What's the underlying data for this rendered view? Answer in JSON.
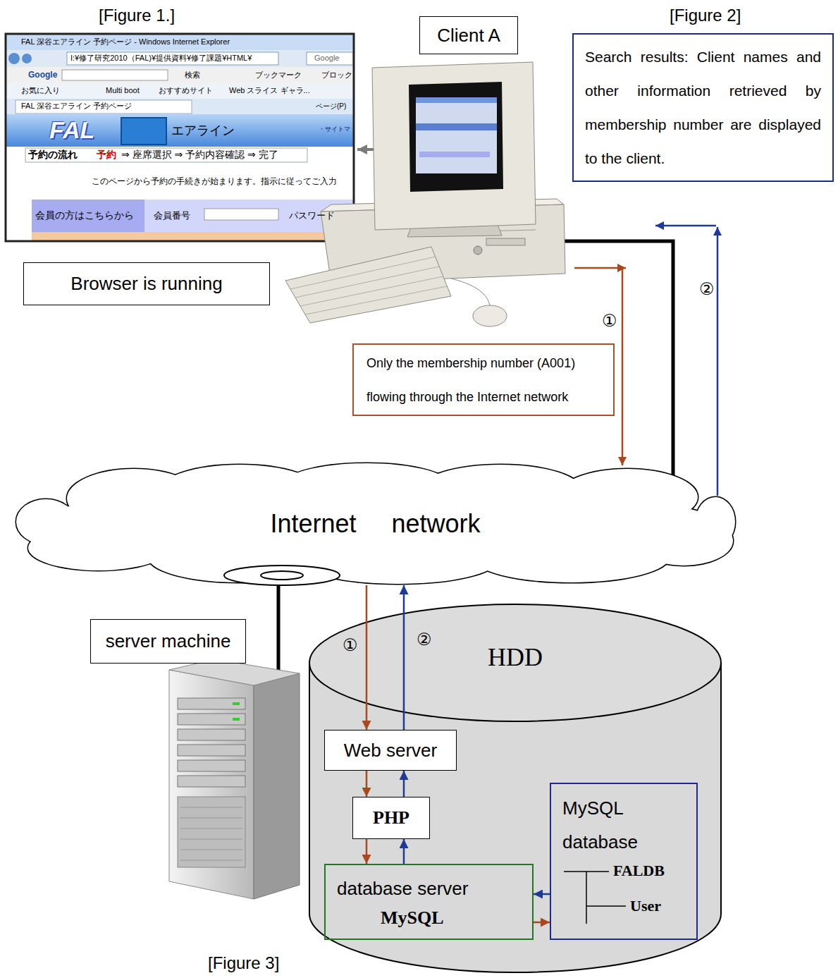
{
  "diagram": {
    "nodes": [
      {
        "text": [
          "Client A"
        ]
      },
      {
        "text": [
          "Browser is running"
        ]
      },
      {
        "text": [
          "Search results: Client names and other information retrieved by membership number are displayed to the client."
        ]
      },
      {
        "text": [
          "Only the membership number (A001) flowing through the Internet network"
        ]
      },
      {
        "text": [
          "Internet network"
        ]
      },
      {
        "text": [
          "server machine"
        ]
      },
      {
        "text": [
          "HDD"
        ]
      },
      {
        "text": [
          "Web server"
        ],
        "in": 6
      },
      {
        "text": [
          "PHP"
        ],
        "in": 6
      },
      {
        "text": [
          "database server",
          "MySQL"
        ],
        "in": 6
      },
      {
        "text": [
          "MySQL database",
          "FALDB",
          "User"
        ],
        "in": 6
      }
    ],
    "edges": [
      {
        "from": 4,
        "to": 7,
        "arrow": "to",
        "label": "①"
      },
      {
        "from": 7,
        "to": 4,
        "arrow": "to",
        "label": "②"
      },
      {
        "from": 7,
        "to": 8,
        "arrow": "to"
      },
      {
        "from": 8,
        "to": 7,
        "arrow": "to"
      },
      {
        "from": 8,
        "to": 9,
        "arrow": "to"
      },
      {
        "from": 9,
        "to": 8,
        "arrow": "to"
      },
      {
        "from": 9,
        "to": 10,
        "arrow": "to"
      },
      {
        "from": 10,
        "to": 9,
        "arrow": "to"
      }
    ],
    "labels": [
      "[Figure 1.]",
      "FAL 深谷エアライン 予約ページ - Windows Internet Explorer",
      "I:¥修了研究2010（FAL)¥提供資料¥修了課題¥HTML¥",
      "Google",
      "Google",
      "検索",
      "ブックマーク",
      "ブロック",
      "お気に入り",
      "Multi boot",
      "おすすめサイト",
      "Web スライス ギャラ...",
      "FAL 深谷エアライン 予約ページ",
      "ページ(P)",
      "FAL",
      "エアライン",
      "・サイトマ",
      "予約の流れ",
      "予約",
      "⇒ 座席選択 ⇒ 予約内容確認 ⇒ 完了",
      "このページから予約の手続きが始まります。指示に従ってご入力",
      "会員の方はこちらから",
      "会員番号",
      "パスワード",
      "①",
      "②",
      "[Figure 2]",
      "[Figure 3]"
    ]
  }
}
